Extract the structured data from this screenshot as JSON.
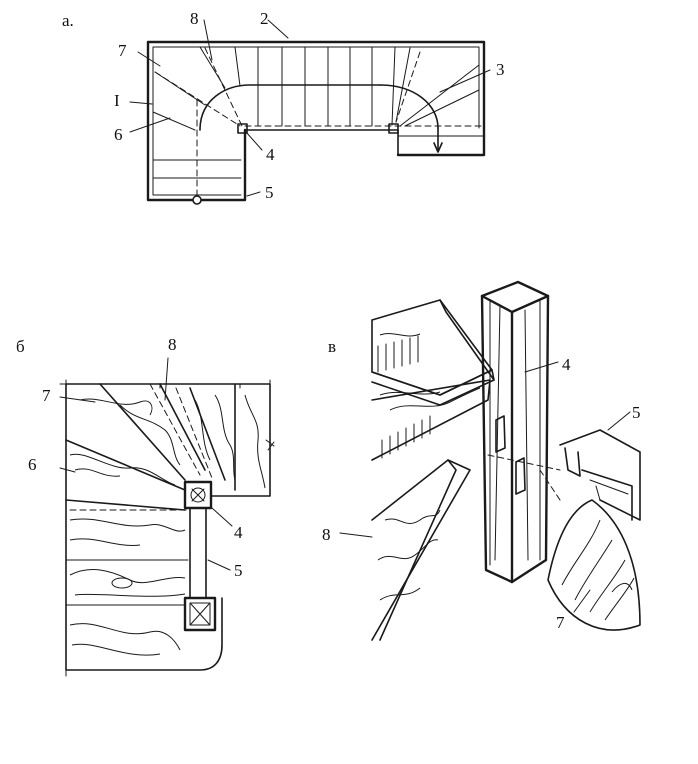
{
  "panels": {
    "a": "а.",
    "b": "б",
    "v": "в"
  },
  "plan_labels": {
    "n1": "I",
    "n2": "2",
    "n3": "3",
    "n4": "4",
    "n5": "5",
    "n6": "6",
    "n7": "7",
    "n8": "8"
  },
  "detail_b_labels": {
    "n4": "4",
    "n5": "5",
    "n6": "6",
    "n7": "7",
    "n8": "8"
  },
  "detail_v_labels": {
    "n4": "4",
    "n5": "5",
    "n7": "7",
    "n8": "8"
  }
}
